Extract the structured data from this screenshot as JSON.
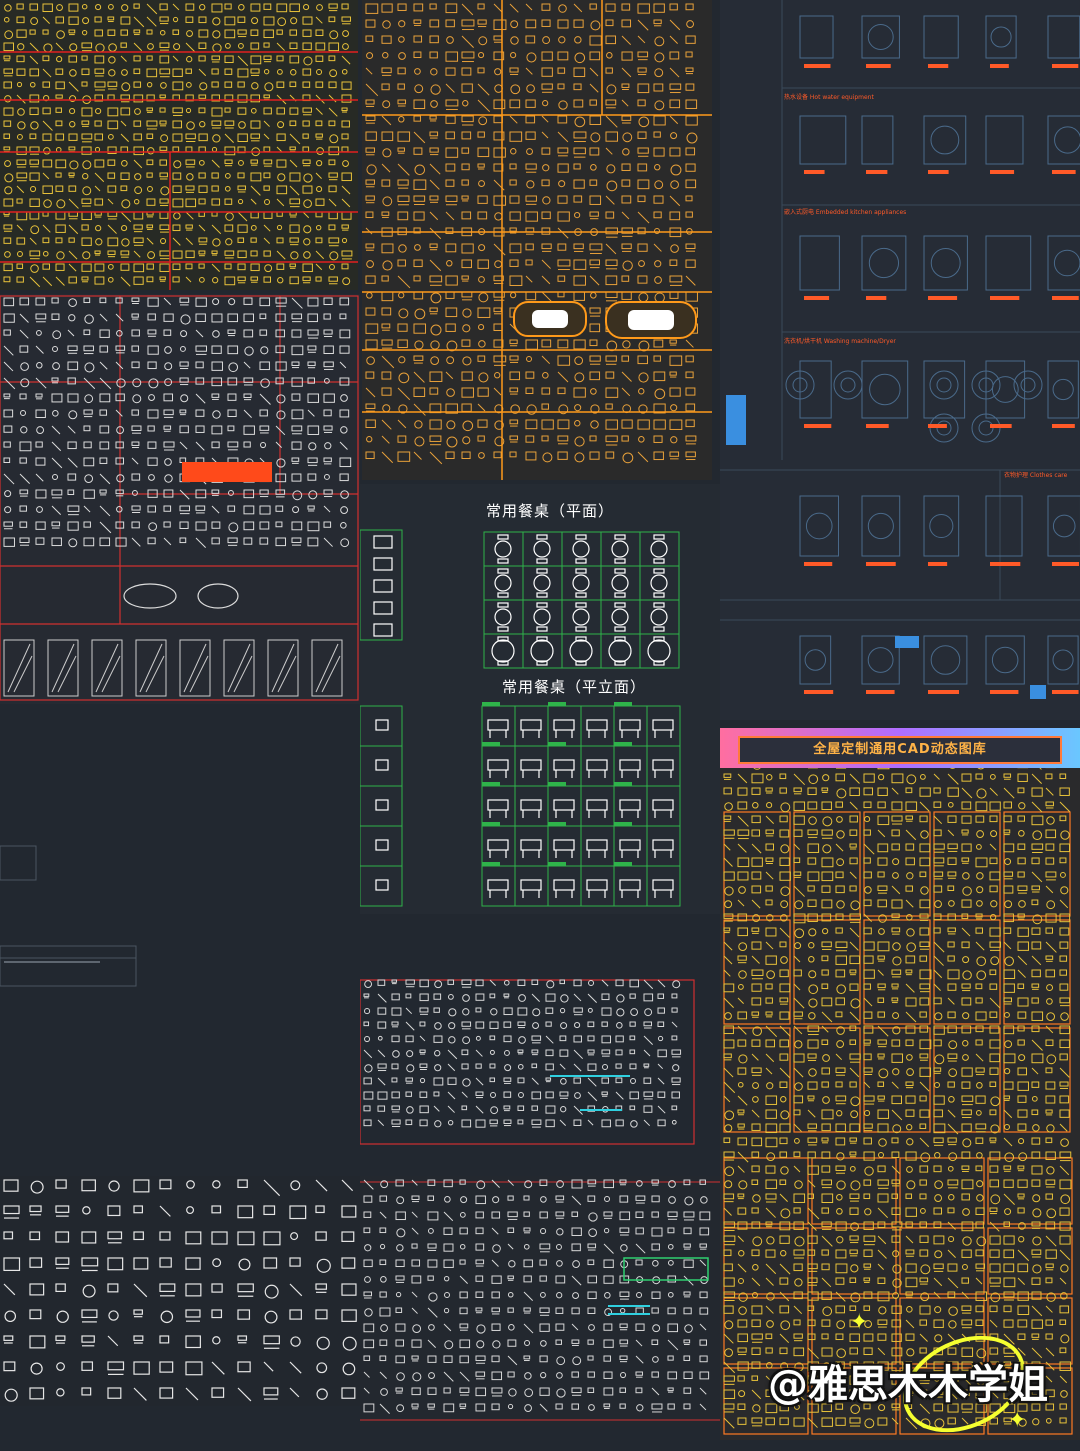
{
  "panels": {
    "dining_plan_title": "常用餐桌（平面）",
    "dining_elevation_title": "常用餐桌（平立面）",
    "custom_library_banner": "全屋定制通用CAD动态图库",
    "appliance_sections": [
      "热水设备 Hot water equipment",
      "嵌入式厨电 Embedded kitchen appliances",
      "洗衣机/烘干机 Washing machine/Dryer",
      "衣物护理 Clothes care"
    ]
  },
  "watermark": "@雅思木木学姐",
  "icons": [
    "sparkle-icon",
    "ring-icon"
  ],
  "colors": {
    "canvas": "#222830",
    "cad_yellow": "#e8c23a",
    "cad_orange": "#ff7a22",
    "cad_red": "#e02020",
    "cad_green": "#2fb34a",
    "cad_white": "#e6e6e6",
    "cad_blue": "#3a8fe0",
    "accent_yellow": "#f5ff30"
  }
}
